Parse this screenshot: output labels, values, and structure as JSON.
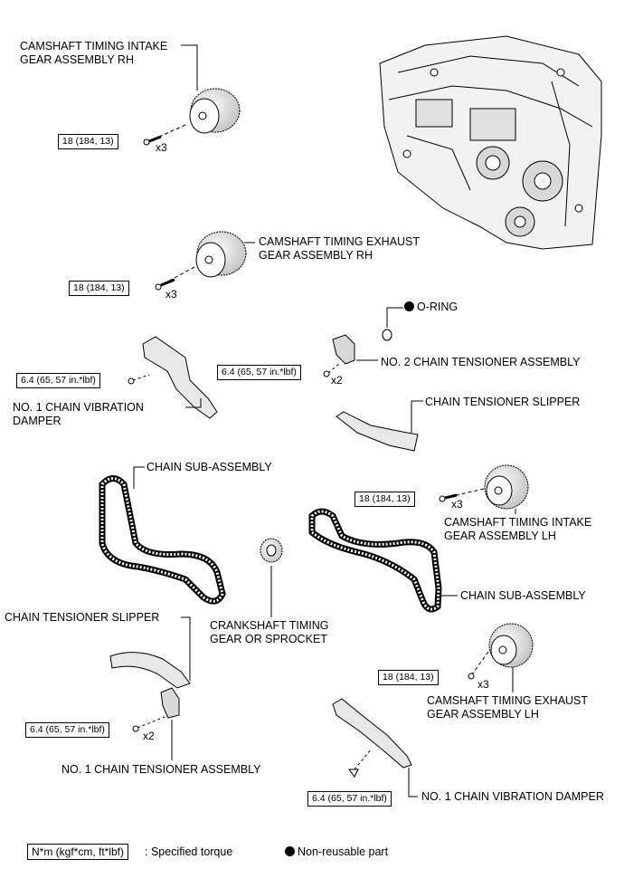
{
  "labels": {
    "cam_intake_rh": [
      "CAMSHAFT TIMING INTAKE",
      "GEAR ASSEMBLY RH"
    ],
    "cam_exhaust_rh": [
      "CAMSHAFT TIMING EXHAUST",
      "GEAR ASSEMBLY RH"
    ],
    "o_ring": "O-RING",
    "no2_tensioner": "NO. 2 CHAIN TENSIONER ASSEMBLY",
    "no1_damper_top": [
      "NO. 1 CHAIN VIBRATION",
      "DAMPER"
    ],
    "tensioner_slipper_right": "CHAIN TENSIONER SLIPPER",
    "chain_sub_left": "CHAIN SUB-ASSEMBLY",
    "cam_intake_lh": [
      "CAMSHAFT TIMING INTAKE",
      "GEAR ASSEMBLY LH"
    ],
    "chain_sub_right": "CHAIN SUB-ASSEMBLY",
    "tensioner_slipper_left": "CHAIN TENSIONER SLIPPER",
    "crank_gear": [
      "CRANKSHAFT TIMING",
      "GEAR OR SPROCKET"
    ],
    "cam_exhaust_lh": [
      "CAMSHAFT TIMING EXHAUST",
      "GEAR ASSEMBLY LH"
    ],
    "no1_tensioner": "NO. 1 CHAIN TENSIONER ASSEMBLY",
    "no1_damper_bottom": "NO. 1 CHAIN VIBRATION DAMPER"
  },
  "torques": {
    "t1": "18 (184, 13)",
    "t2": "18 (184, 13)",
    "t3": "6.4 (65, 57 in.*lbf)",
    "t4": "6.4 (65, 57 in.*lbf)",
    "t5": "18 (184, 13)",
    "t6": "18 (184, 13)",
    "t7": "6.4 (65, 57 in.*lbf)",
    "t8": "6.4 (65, 57 in.*lbf)"
  },
  "multipliers": {
    "m1": "x3",
    "m2": "x3",
    "m3": "x2",
    "m4": "x3",
    "m5": "x3",
    "m6": "x2"
  },
  "legend": {
    "torque_unit": "N*m (kgf*cm, ft*lbf)",
    "torque_desc": ": Specified torque",
    "nonreusable": "Non-reusable part"
  },
  "colors": {
    "line": "#000000",
    "fill_light": "#e8e8e8",
    "fill_mid": "#bdbdbd"
  }
}
